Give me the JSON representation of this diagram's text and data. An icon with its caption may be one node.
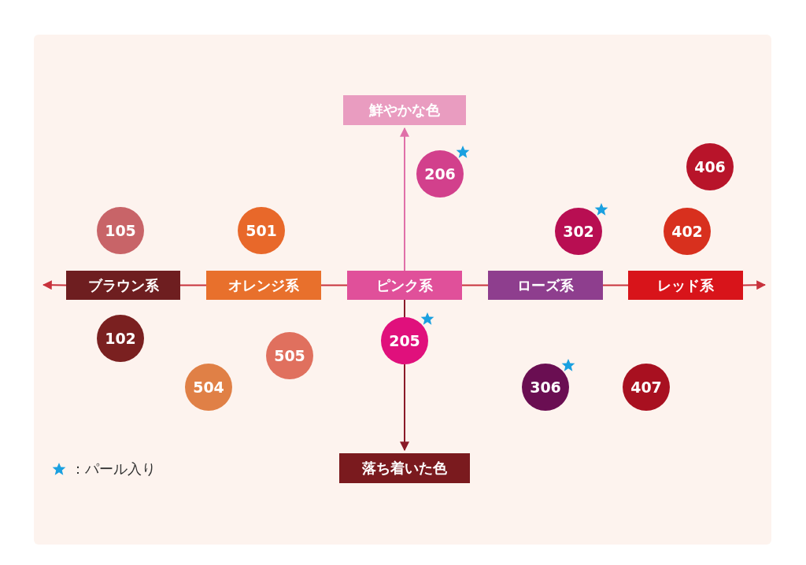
{
  "diagram": {
    "nodes": [
      {
        "text": [
          "鮮やかな色"
        ]
      },
      {
        "text": [
          "206"
        ]
      },
      {
        "text": [
          "406"
        ]
      },
      {
        "text": [
          "105"
        ]
      },
      {
        "text": [
          "501"
        ]
      },
      {
        "text": [
          "302"
        ]
      },
      {
        "text": [
          "402"
        ]
      },
      {
        "text": [
          "ブラウン系"
        ]
      },
      {
        "text": [
          "オレンジ系"
        ]
      },
      {
        "text": [
          "ピンク系"
        ]
      },
      {
        "text": [
          "ローズ系"
        ]
      },
      {
        "text": [
          "レッド系"
        ]
      },
      {
        "text": [
          "102"
        ]
      },
      {
        "text": [
          "205"
        ]
      },
      {
        "text": [
          "505"
        ]
      },
      {
        "text": [
          "504"
        ]
      },
      {
        "text": [
          "306"
        ]
      },
      {
        "text": [
          "407"
        ]
      },
      {
        "text": [
          "落ち着いた色"
        ]
      }
    ],
    "edges": [
      {
        "from": 9,
        "to": 0,
        "arrow": "to",
        "color": "#e070a8"
      },
      {
        "from": 9,
        "to": 13,
        "arrow": "none",
        "color": "#8a1a28"
      },
      {
        "from": 13,
        "to": 18,
        "arrow": "to",
        "color": "#8a1a28"
      },
      {
        "from": 7,
        "to": null,
        "arrow": "to"
      },
      {
        "from": 7,
        "to": 8,
        "arrow": "none"
      },
      {
        "from": 8,
        "to": 9,
        "arrow": "none"
      },
      {
        "from": 9,
        "to": 10,
        "arrow": "none"
      },
      {
        "from": 10,
        "to": 11,
        "arrow": "none"
      },
      {
        "from": 11,
        "to": null,
        "arrow": "to"
      }
    ],
    "legend": [
      {
        "text": "：パール入り"
      }
    ]
  }
}
